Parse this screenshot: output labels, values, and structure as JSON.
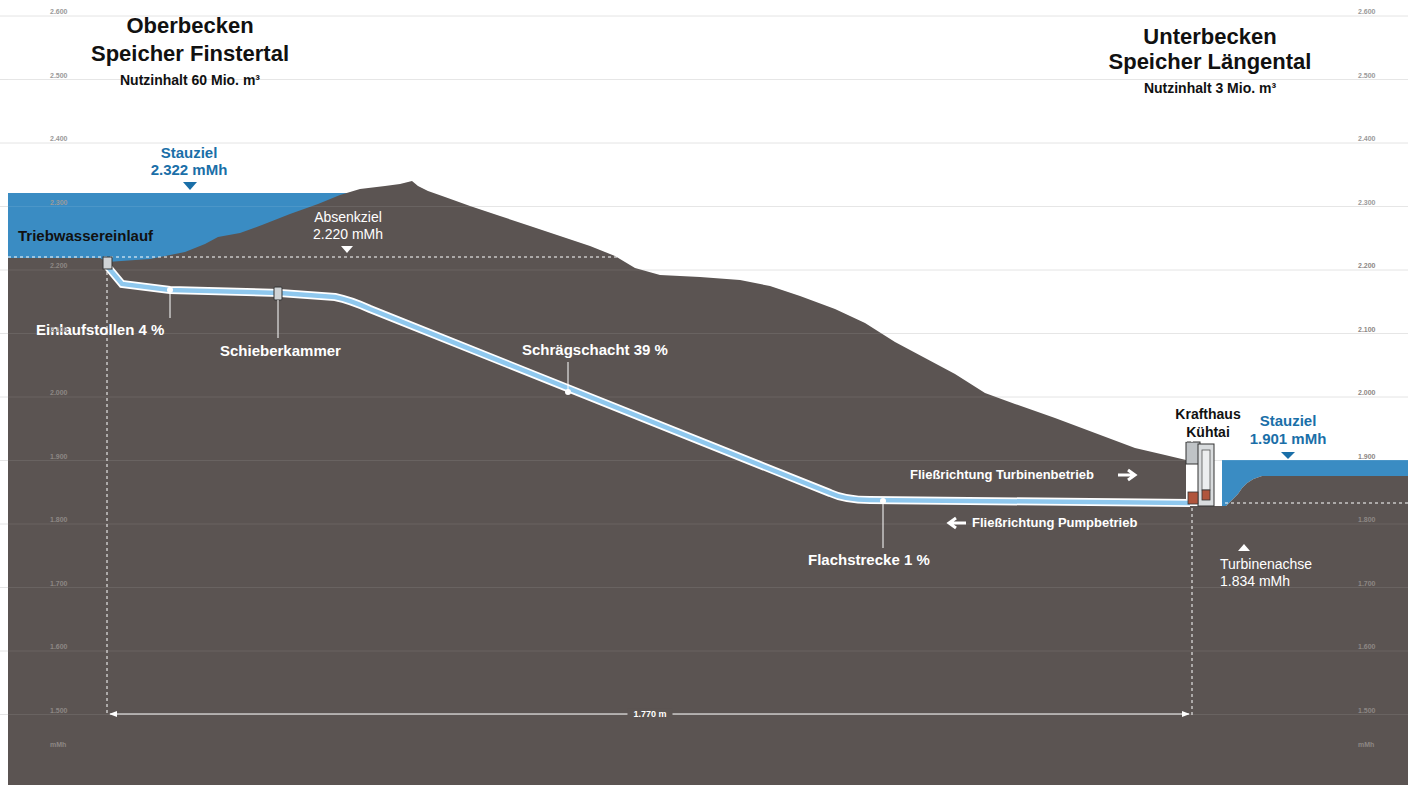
{
  "diagram": {
    "labels": [
      "Oberbecken",
      "Speicher Finstertal",
      "Nutzinhalt 60 Mio. m³",
      "Unterbecken",
      "Speicher Längental",
      "Nutzinhalt 3 Mio. m³",
      "Stauziel",
      "2.322 mMh",
      "Absenkziel",
      "2.220 mMh",
      "Triebwassereinlauf",
      "Einlaufstollen 4 %",
      "Schieberkammer",
      "Schrägschacht 39 %",
      "Krafthaus",
      "Kühtai",
      "Stauziel",
      "1.901 mMh",
      "Fließrichtung Turbinenbetrieb",
      "Fließrichtung Pumpbetrieb",
      "Turbinenachse",
      "1.834 mMh",
      "Flachstrecke 1 %",
      "1.770 m",
      "2.600",
      "2.500",
      "2.400",
      "2.300",
      "2.200",
      "2.100",
      "2.000",
      "1.900",
      "1.800",
      "1.700",
      "1.600",
      "1.500",
      "mMh",
      "2.600",
      "2.500",
      "2.400",
      "2.300",
      "2.200",
      "2.100",
      "2.000",
      "1.900",
      "1.800",
      "1.700",
      "1.600",
      "1.500",
      "mMh"
    ]
  }
}
